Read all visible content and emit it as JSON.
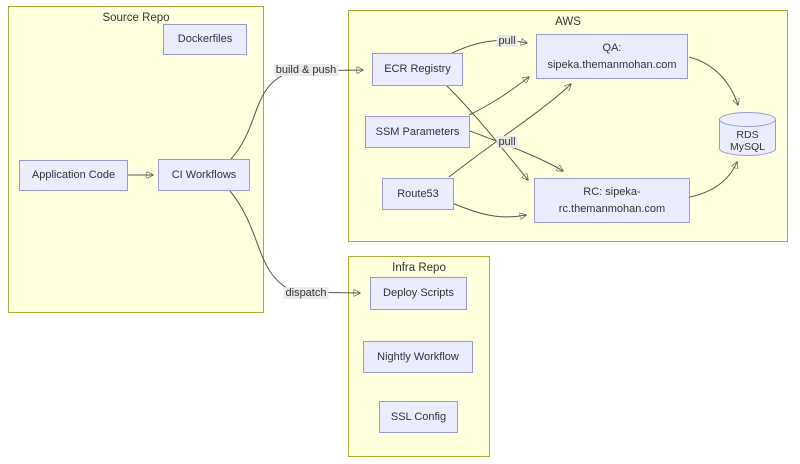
{
  "diagram": {
    "type": "flowchart",
    "containers": {
      "source_repo": {
        "title": "Source Repo"
      },
      "aws": {
        "title": "AWS"
      },
      "infra_repo": {
        "title": "Infra Repo"
      }
    },
    "nodes": {
      "dockerfiles": {
        "label": "Dockerfiles"
      },
      "application_code": {
        "label": "Application Code"
      },
      "ci_workflows": {
        "label": "CI Workflows"
      },
      "ecr_registry": {
        "label": "ECR Registry"
      },
      "ssm_parameters": {
        "label": "SSM Parameters"
      },
      "route53": {
        "label": "Route53"
      },
      "qa_env": {
        "line1": "QA:",
        "line2": "sipeka.themanmohan.com"
      },
      "rc_env": {
        "line1": "RC: sipeka-",
        "line2": "rc.themanmohan.com"
      },
      "rds_mysql": {
        "label": "RDS MySQL",
        "shape": "cylinder"
      },
      "deploy_scripts": {
        "label": "Deploy Scripts"
      },
      "nightly_workflow": {
        "label": "Nightly Workflow"
      },
      "ssl_config": {
        "label": "SSL Config"
      }
    },
    "edge_labels": {
      "build_push": "build & push",
      "pull_qa": "pull",
      "pull_rc": "pull",
      "dispatch": "dispatch"
    },
    "connections": [
      {
        "from": "Application Code",
        "to": "CI Workflows",
        "label": ""
      },
      {
        "from": "CI Workflows",
        "to": "ECR Registry",
        "label": "build & push"
      },
      {
        "from": "CI Workflows",
        "to": "Deploy Scripts",
        "label": "dispatch"
      },
      {
        "from": "ECR Registry",
        "to": "QA: sipeka.themanmohan.com",
        "label": "pull"
      },
      {
        "from": "ECR Registry",
        "to": "RC: sipeka-rc.themanmohan.com",
        "label": ""
      },
      {
        "from": "SSM Parameters",
        "to": "QA: sipeka.themanmohan.com",
        "label": ""
      },
      {
        "from": "SSM Parameters",
        "to": "RC: sipeka-rc.themanmohan.com",
        "label": "pull"
      },
      {
        "from": "Route53",
        "to": "QA: sipeka.themanmohan.com",
        "label": ""
      },
      {
        "from": "Route53",
        "to": "RC: sipeka-rc.themanmohan.com",
        "label": ""
      },
      {
        "from": "QA: sipeka.themanmohan.com",
        "to": "RDS MySQL",
        "label": ""
      },
      {
        "from": "RC: sipeka-rc.themanmohan.com",
        "to": "RDS MySQL",
        "label": ""
      }
    ],
    "colors": {
      "container_fill": "#ffffde",
      "container_border": "#aaaa33",
      "node_fill": "#ececff",
      "node_border": "#9a9ac8",
      "edge": "#555555",
      "edge_label_bg": "#e8e8e8",
      "text": "#333333"
    }
  }
}
